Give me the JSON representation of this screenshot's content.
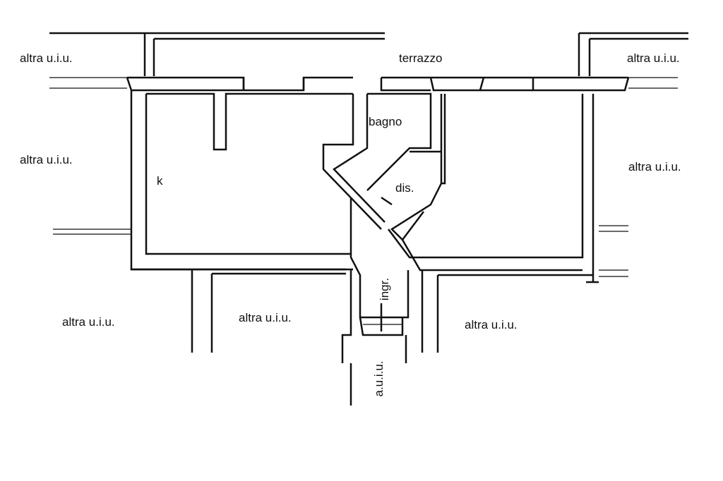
{
  "rooms": {
    "terrazzo": "terrazzo",
    "kitchen": "k",
    "bathroom": "bagno",
    "hallway": "dis.",
    "entrance": "ingr."
  },
  "neighbors": {
    "top_left": "altra u.i.u.",
    "top_right": "altra u.i.u.",
    "left": "altra u.i.u.",
    "right": "altra u.i.u.",
    "bottom_left": "altra u.i.u.",
    "bottom_middle": "altra u.i.u.",
    "bottom_right": "altra u.i.u.",
    "corridor": "a.u.i.u."
  }
}
